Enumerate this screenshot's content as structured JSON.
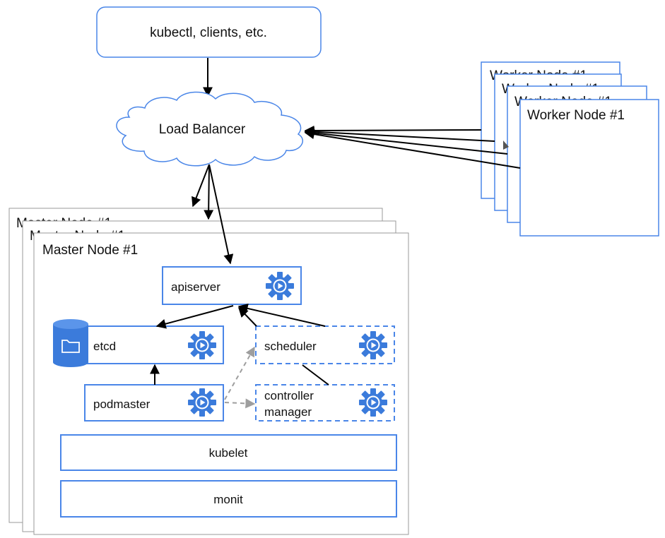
{
  "clients": {
    "label": "kubectl, clients, etc."
  },
  "load_balancer": {
    "label": "Load Balancer"
  },
  "worker_nodes": [
    {
      "label": "Worker Node #1"
    },
    {
      "label": "Worker Node #1"
    },
    {
      "label": "Worker Node #1"
    },
    {
      "label": "Worker Node #1"
    }
  ],
  "master_nodes": [
    {
      "label": "Master Node #1"
    },
    {
      "label": "Master Node #1"
    },
    {
      "label": "Master Node #1"
    }
  ],
  "components": {
    "apiserver": "apiserver",
    "etcd": "etcd",
    "scheduler": "scheduler",
    "controller_manager_line1": "controller",
    "controller_manager_line2": "manager",
    "podmaster": "podmaster",
    "kubelet": "kubelet",
    "monit": "monit"
  },
  "icons": {
    "component_icon": "gear-play-icon",
    "database_icon": "database-folder-icon"
  },
  "colors": {
    "accent_blue": "#4a86e8",
    "icon_blue": "#3b7bdb",
    "dashed_arrow": "#9e9e9e",
    "solid_arrow": "#000000"
  }
}
